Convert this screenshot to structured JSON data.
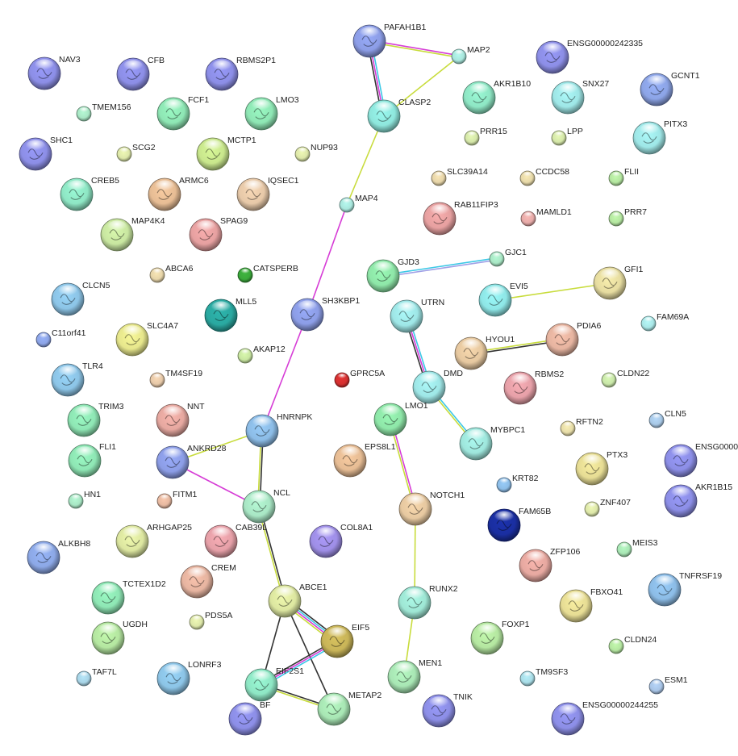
{
  "nodes": [
    {
      "id": "NAV3",
      "color": "#8c8ee6"
    },
    {
      "id": "CFB",
      "color": "#8c8ee6"
    },
    {
      "id": "RBMS2P1",
      "color": "#8c8ee6"
    },
    {
      "id": "PAFAH1B1",
      "color": "#8c9de6"
    },
    {
      "id": "MAP2",
      "color": "#a8e6dc"
    },
    {
      "id": "ENSG00000242335",
      "color": "#8c8ee6"
    },
    {
      "id": "TMEM156",
      "color": "#a8e6c4"
    },
    {
      "id": "FCF1",
      "color": "#8ee6b4"
    },
    {
      "id": "LMO3",
      "color": "#8ee6b4"
    },
    {
      "id": "CLASP2",
      "color": "#8ee6dc"
    },
    {
      "id": "AKR1B10",
      "color": "#8ee6c4"
    },
    {
      "id": "SNX27",
      "color": "#9ee6e6"
    },
    {
      "id": "GCNT1",
      "color": "#8ca4e6"
    },
    {
      "id": "SHC1",
      "color": "#8c8ee6"
    },
    {
      "id": "SCG2",
      "color": "#dce6a8"
    },
    {
      "id": "MCTP1",
      "color": "#c8e68c"
    },
    {
      "id": "NUP93",
      "color": "#dce6a8"
    },
    {
      "id": "PRR15",
      "color": "#d4e6a8"
    },
    {
      "id": "LPP",
      "color": "#d4e6a8"
    },
    {
      "id": "PITX3",
      "color": "#9ee6e6"
    },
    {
      "id": "CREB5",
      "color": "#8ee6c4"
    },
    {
      "id": "ARMC6",
      "color": "#e6bc94"
    },
    {
      "id": "IQSEC1",
      "color": "#e6c8a8"
    },
    {
      "id": "SLC39A14",
      "color": "#e6d4a8"
    },
    {
      "id": "CCDC58",
      "color": "#e6d8a8"
    },
    {
      "id": "FLII",
      "color": "#b4e6a0"
    },
    {
      "id": "MAP4",
      "color": "#a8e6dc"
    },
    {
      "id": "RAB11FIP3",
      "color": "#e6a0a0"
    },
    {
      "id": "MAMLD1",
      "color": "#e6aaa8"
    },
    {
      "id": "PRR7",
      "color": "#b4e6a0"
    },
    {
      "id": "MAP4K4",
      "color": "#c8e6a0"
    },
    {
      "id": "SPAG9",
      "color": "#e6a0a0"
    },
    {
      "id": "ABCA6",
      "color": "#e6d4a8"
    },
    {
      "id": "CATSPERB",
      "color": "#3aa83a"
    },
    {
      "id": "GJD3",
      "color": "#8ee6a8"
    },
    {
      "id": "GJC1",
      "color": "#a8e6c4"
    },
    {
      "id": "GFI1",
      "color": "#e6dca0"
    },
    {
      "id": "CLCN5",
      "color": "#8cc4e6"
    },
    {
      "id": "MLL5",
      "color": "#2aa8a0"
    },
    {
      "id": "SH3KBP1",
      "color": "#8c9de6"
    },
    {
      "id": "UTRN",
      "color": "#9ee6e6"
    },
    {
      "id": "EVI5",
      "color": "#8ee6e6"
    },
    {
      "id": "FAM69A",
      "color": "#a8e6e6"
    },
    {
      "id": "C11orf41",
      "color": "#8ca4e6"
    },
    {
      "id": "SLC4A7",
      "color": "#e6e68c"
    },
    {
      "id": "AKAP12",
      "color": "#c8e6a0"
    },
    {
      "id": "HYOU1",
      "color": "#e6c8a0"
    },
    {
      "id": "PDIA6",
      "color": "#e6b4a0"
    },
    {
      "id": "TLR4",
      "color": "#8cc4e6"
    },
    {
      "id": "TM4SF19",
      "color": "#e6c8a8"
    },
    {
      "id": "GPRC5A",
      "color": "#d43030"
    },
    {
      "id": "DMD",
      "color": "#9ee6e6"
    },
    {
      "id": "RBMS2",
      "color": "#e6a0a8"
    },
    {
      "id": "CLDN22",
      "color": "#c8e6a8"
    },
    {
      "id": "TRIM3",
      "color": "#8ee6b4"
    },
    {
      "id": "NNT",
      "color": "#e6a8a0"
    },
    {
      "id": "HNRNPK",
      "color": "#8cbce6"
    },
    {
      "id": "LMO1",
      "color": "#8ee6a8"
    },
    {
      "id": "MYBPC1",
      "color": "#9ee6dc"
    },
    {
      "id": "RFTN2",
      "color": "#e6dca8"
    },
    {
      "id": "CLN5",
      "color": "#a8c8e6"
    },
    {
      "id": "FLI1",
      "color": "#8ee6b4"
    },
    {
      "id": "ANKRD28",
      "color": "#8c9de6"
    },
    {
      "id": "EPS8L1",
      "color": "#e6bc94"
    },
    {
      "id": "PTX3",
      "color": "#e6dc94"
    },
    {
      "id": "ENSG0000",
      "color": "#8c8ee6"
    },
    {
      "id": "KRT82",
      "color": "#8cbce6"
    },
    {
      "id": "HN1",
      "color": "#a8e6c4"
    },
    {
      "id": "FITM1",
      "color": "#e6b8a0"
    },
    {
      "id": "NCL",
      "color": "#a8e6c4"
    },
    {
      "id": "NOTCH1",
      "color": "#e6c8a0"
    },
    {
      "id": "ZNF407",
      "color": "#dce6a8"
    },
    {
      "id": "AKR1B15",
      "color": "#8c8ee6"
    },
    {
      "id": "FAM65B",
      "color": "#1a2ea0"
    },
    {
      "id": "ARHGAP25",
      "color": "#dce6a0"
    },
    {
      "id": "CAB39L",
      "color": "#e6a0a8"
    },
    {
      "id": "COL8A1",
      "color": "#9e8ee6"
    },
    {
      "id": "ALKBH8",
      "color": "#8ca8e6"
    },
    {
      "id": "CREM",
      "color": "#e6b4a0"
    },
    {
      "id": "ZFP106",
      "color": "#e6a8a0"
    },
    {
      "id": "MEIS3",
      "color": "#a8e6b4"
    },
    {
      "id": "TNFRSF19",
      "color": "#8cbce6"
    },
    {
      "id": "TCTEX1D2",
      "color": "#8ee6b4"
    },
    {
      "id": "ABCE1",
      "color": "#dce6a0"
    },
    {
      "id": "RUNX2",
      "color": "#9ee6d4"
    },
    {
      "id": "FBXO41",
      "color": "#e6dc94"
    },
    {
      "id": "UGDH",
      "color": "#b4e6a0"
    },
    {
      "id": "PDS5A",
      "color": "#dce6a8"
    },
    {
      "id": "EIF5",
      "color": "#c8b458"
    },
    {
      "id": "FOXP1",
      "color": "#b4e6a0"
    },
    {
      "id": "CLDN24",
      "color": "#b4e6a0"
    },
    {
      "id": "TAF7L",
      "color": "#a8d4e6"
    },
    {
      "id": "LONRF3",
      "color": "#8cc4e6"
    },
    {
      "id": "EIF2S1",
      "color": "#8ee6c4"
    },
    {
      "id": "MEN1",
      "color": "#a8e6b4"
    },
    {
      "id": "TM9SF3",
      "color": "#a8dce6"
    },
    {
      "id": "ESM1",
      "color": "#a8c4e6"
    },
    {
      "id": "BF",
      "color": "#8c8ee6"
    },
    {
      "id": "METAP2",
      "color": "#a8e6b4"
    },
    {
      "id": "TNIK",
      "color": "#8c8ee6"
    },
    {
      "id": "ENSG00000244255",
      "color": "#8c8ee6"
    }
  ],
  "edges": [
    {
      "a": "PAFAH1B1",
      "b": "MAP2",
      "colors": [
        "#d63cd6",
        "#c8dc3c"
      ]
    },
    {
      "a": "PAFAH1B1",
      "b": "CLASP2",
      "colors": [
        "#3cc8e6",
        "#d63cd6",
        "#333333"
      ]
    },
    {
      "a": "MAP2",
      "b": "CLASP2",
      "colors": [
        "#c8dc3c"
      ]
    },
    {
      "a": "CLASP2",
      "b": "MAP4",
      "colors": [
        "#c8dc3c"
      ]
    },
    {
      "a": "MAP4",
      "b": "SH3KBP1",
      "colors": [
        "#d63cd6"
      ]
    },
    {
      "a": "SH3KBP1",
      "b": "HNRNPK",
      "colors": [
        "#d63cd6"
      ]
    },
    {
      "a": "HNRNPK",
      "b": "ANKRD28",
      "colors": [
        "#c8dc3c"
      ]
    },
    {
      "a": "HNRNPK",
      "b": "NCL",
      "colors": [
        "#333333",
        "#c8dc3c"
      ]
    },
    {
      "a": "ANKRD28",
      "b": "NCL",
      "colors": [
        "#d63cd6"
      ]
    },
    {
      "a": "NCL",
      "b": "ABCE1",
      "colors": [
        "#333333",
        "#c8dc3c"
      ]
    },
    {
      "a": "ABCE1",
      "b": "EIF5",
      "colors": [
        "#333333",
        "#3cc8e6",
        "#d63cd6",
        "#c8dc3c"
      ]
    },
    {
      "a": "ABCE1",
      "b": "EIF2S1",
      "colors": [
        "#333333"
      ]
    },
    {
      "a": "ABCE1",
      "b": "METAP2",
      "colors": [
        "#333333"
      ]
    },
    {
      "a": "EIF5",
      "b": "EIF2S1",
      "colors": [
        "#3cc8e6",
        "#d63cd6",
        "#333333"
      ]
    },
    {
      "a": "EIF2S1",
      "b": "METAP2",
      "colors": [
        "#333333",
        "#c8dc3c"
      ]
    },
    {
      "a": "GJD3",
      "b": "GJC1",
      "colors": [
        "#3cc8e6",
        "#a0a0e6"
      ]
    },
    {
      "a": "EVI5",
      "b": "GFI1",
      "colors": [
        "#c8dc3c"
      ]
    },
    {
      "a": "UTRN",
      "b": "DMD",
      "colors": [
        "#3cc8e6",
        "#d63cd6",
        "#333333"
      ]
    },
    {
      "a": "DMD",
      "b": "MYBPC1",
      "colors": [
        "#3cc8e6",
        "#c8dc3c"
      ]
    },
    {
      "a": "HYOU1",
      "b": "PDIA6",
      "colors": [
        "#c8dc3c",
        "#333333"
      ]
    },
    {
      "a": "LMO1",
      "b": "NOTCH1",
      "colors": [
        "#d63cd6",
        "#c8dc3c"
      ]
    },
    {
      "a": "NOTCH1",
      "b": "RUNX2",
      "colors": [
        "#c8dc3c"
      ]
    },
    {
      "a": "RUNX2",
      "b": "MEN1",
      "colors": [
        "#c8dc3c"
      ]
    }
  ]
}
